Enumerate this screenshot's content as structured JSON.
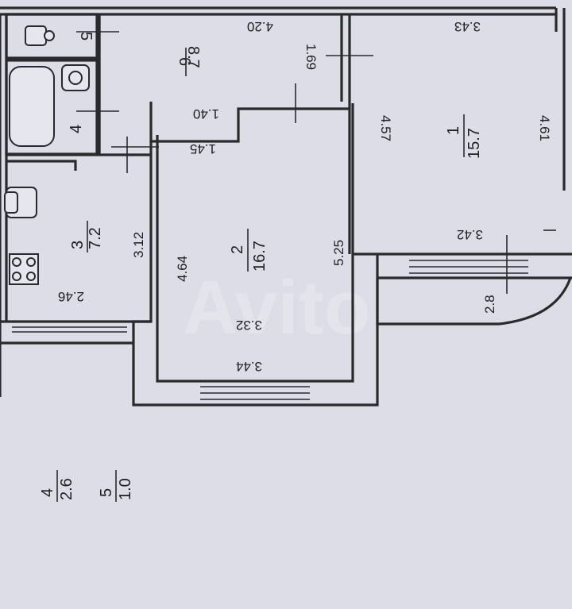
{
  "rooms": [
    {
      "number": "1",
      "area": "15.7"
    },
    {
      "number": "2",
      "area": "16.7"
    },
    {
      "number": "3",
      "area": "7.2"
    },
    {
      "number": "4"
    },
    {
      "number": "5"
    },
    {
      "number": "6",
      "area": "8.7"
    }
  ],
  "dimensions": [
    "4.20",
    "3.43",
    "1.69",
    "1.40",
    "1.45",
    "4.57",
    "4.61",
    "5.25",
    "4.64",
    "3.12",
    "2.46",
    "3.32",
    "3.44",
    "3.42",
    "2.8"
  ],
  "legend": {
    "room4_num": "4",
    "room4_area": "2.6",
    "room5_num": "5",
    "room5_area": "1.0"
  },
  "watermark": "Avito"
}
